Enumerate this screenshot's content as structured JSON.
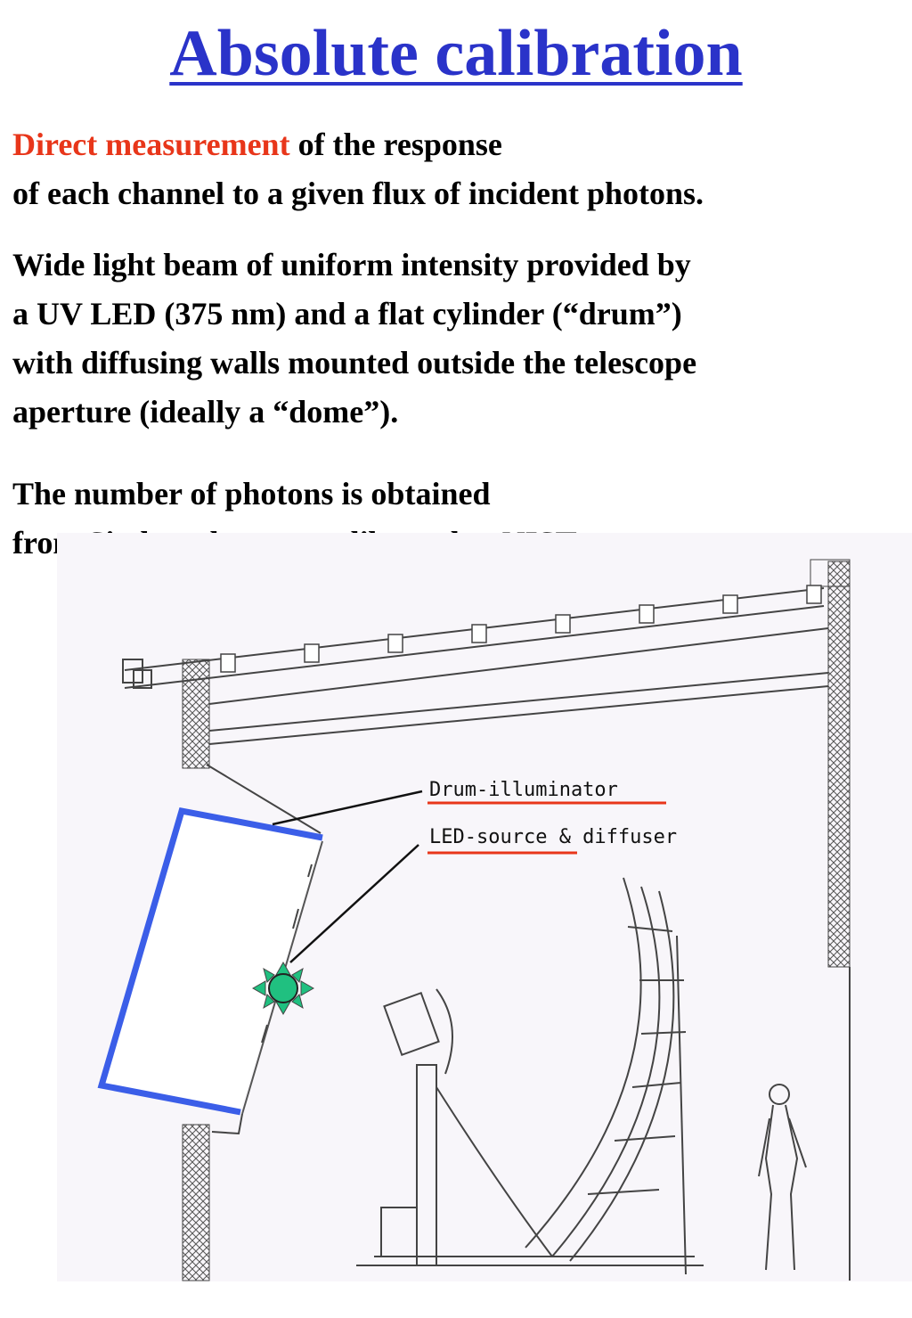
{
  "title": "Absolute calibration",
  "para1": {
    "highlight": "Direct measurement",
    "line1_rest": " of the response",
    "line2": "of each channel to a given flux of incident photons."
  },
  "para2": {
    "line1": "Wide light beam of uniform intensity provided by",
    "line2": "a UV LED (375 nm) and a flat cylinder (“drum”)",
    "line3": "with diffusing walls mounted outside the telescope",
    "line4": "aperture  (ideally a “dome”)."
  },
  "para3": {
    "line1": "The number of photons is obtained",
    "line2": "from Si photodetector calibrated at NIST"
  },
  "figure": {
    "label_drum": "Drum-illuminator",
    "label_led": "LED-source & diffuser",
    "colors": {
      "drum": "#3b5ee8",
      "underline": "#e8361a",
      "led": "#20c080"
    }
  }
}
